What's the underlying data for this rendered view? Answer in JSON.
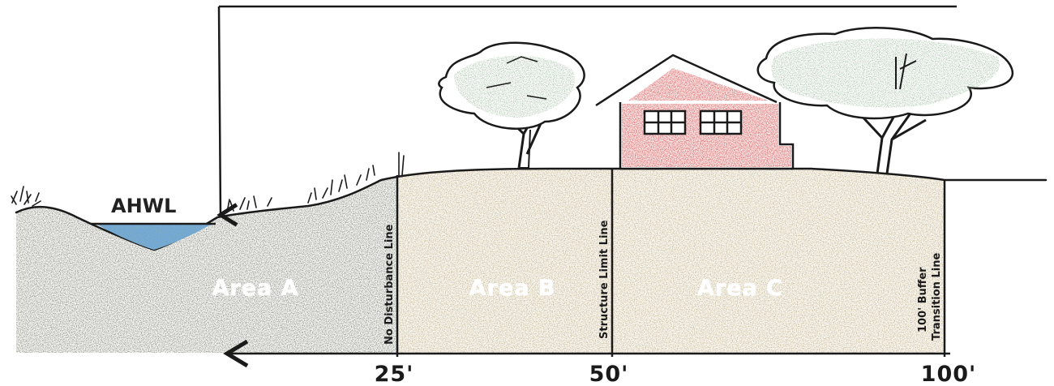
{
  "labels": {
    "water_line": "AHWL",
    "area_a": "Area A",
    "area_b": "Area B",
    "area_c": "Area C",
    "no_disturbance": "No Disturbance Line",
    "structure_limit": "Structure Limit Line",
    "buffer_line_1": "100' Buffer",
    "buffer_line_2": "Transition Line"
  },
  "distances": [
    "25'",
    "50'",
    "100'"
  ],
  "colors": {
    "water": "#5b9bd5",
    "soil_dark": "#4a4a44",
    "soil_tan": "#a08858",
    "house": "#b02a2a",
    "foliage": "#7fa878",
    "ink": "#1a1a1a"
  }
}
